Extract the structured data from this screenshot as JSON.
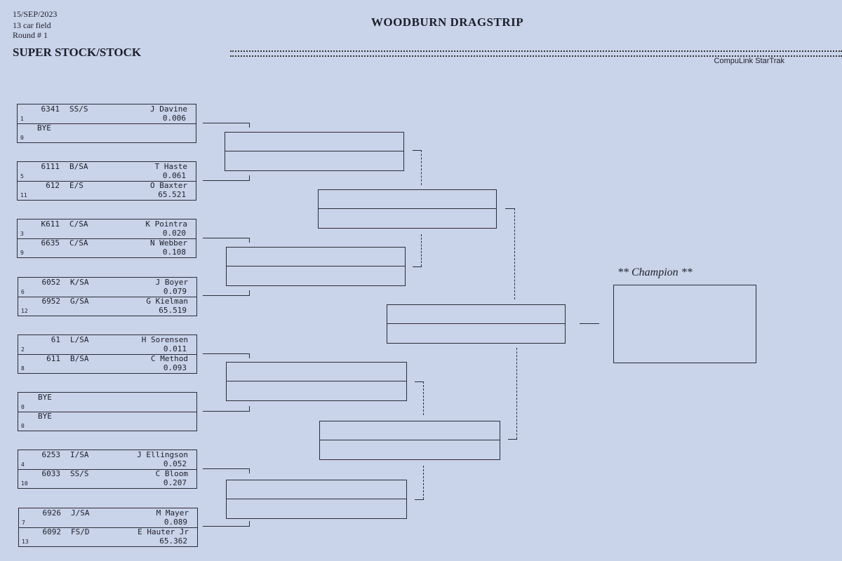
{
  "header": {
    "date": "15/SEP/2023",
    "field": "13 car field",
    "round": "Round # 1",
    "track": "WOODBURN DRAGSTRIP",
    "class_title": "SUPER STOCK/STOCK",
    "software": "CompuLink StarTrak"
  },
  "pairings": [
    {
      "top": {
        "car": "6341",
        "cls": "SS/S",
        "name": "J Davine",
        "seed": "1",
        "et": "0.006"
      },
      "bottom": {
        "car": "BYE",
        "cls": "",
        "name": "",
        "seed": "0",
        "et": ""
      }
    },
    {
      "top": {
        "car": "6111",
        "cls": "B/SA",
        "name": "T Haste",
        "seed": "5",
        "et": "0.061"
      },
      "bottom": {
        "car": "612",
        "cls": "E/S",
        "name": "O Baxter",
        "seed": "11",
        "et": "65.521"
      }
    },
    {
      "top": {
        "car": "K611",
        "cls": "C/SA",
        "name": "K Pointra",
        "seed": "3",
        "et": "0.020"
      },
      "bottom": {
        "car": "6635",
        "cls": "C/SA",
        "name": "N Webber",
        "seed": "9",
        "et": "0.108"
      }
    },
    {
      "top": {
        "car": "6052",
        "cls": "K/SA",
        "name": "J Boyer",
        "seed": "6",
        "et": "0.079"
      },
      "bottom": {
        "car": "6952",
        "cls": "G/SA",
        "name": "G Kielman",
        "seed": "12",
        "et": "65.519"
      }
    },
    {
      "top": {
        "car": "61",
        "cls": "L/SA",
        "name": "H Sorensen",
        "seed": "2",
        "et": "0.011"
      },
      "bottom": {
        "car": "611",
        "cls": "B/SA",
        "name": "C Method",
        "seed": "8",
        "et": "0.093"
      }
    },
    {
      "top": {
        "car": "BYE",
        "cls": "",
        "name": "",
        "seed": "0",
        "et": ""
      },
      "bottom": {
        "car": "BYE",
        "cls": "",
        "name": "",
        "seed": "0",
        "et": ""
      }
    },
    {
      "top": {
        "car": "6253",
        "cls": "I/SA",
        "name": "J Ellingson",
        "seed": "4",
        "et": "0.052"
      },
      "bottom": {
        "car": "6033",
        "cls": "SS/S",
        "name": "C Bloom",
        "seed": "10",
        "et": "0.207"
      }
    },
    {
      "top": {
        "car": "6926",
        "cls": "J/SA",
        "name": "M Mayer",
        "seed": "7",
        "et": "0.089"
      },
      "bottom": {
        "car": "6092",
        "cls": "FS/D",
        "name": "E Hauter Jr",
        "seed": "13",
        "et": "65.362"
      }
    }
  ],
  "champion_label": "** Champion **"
}
